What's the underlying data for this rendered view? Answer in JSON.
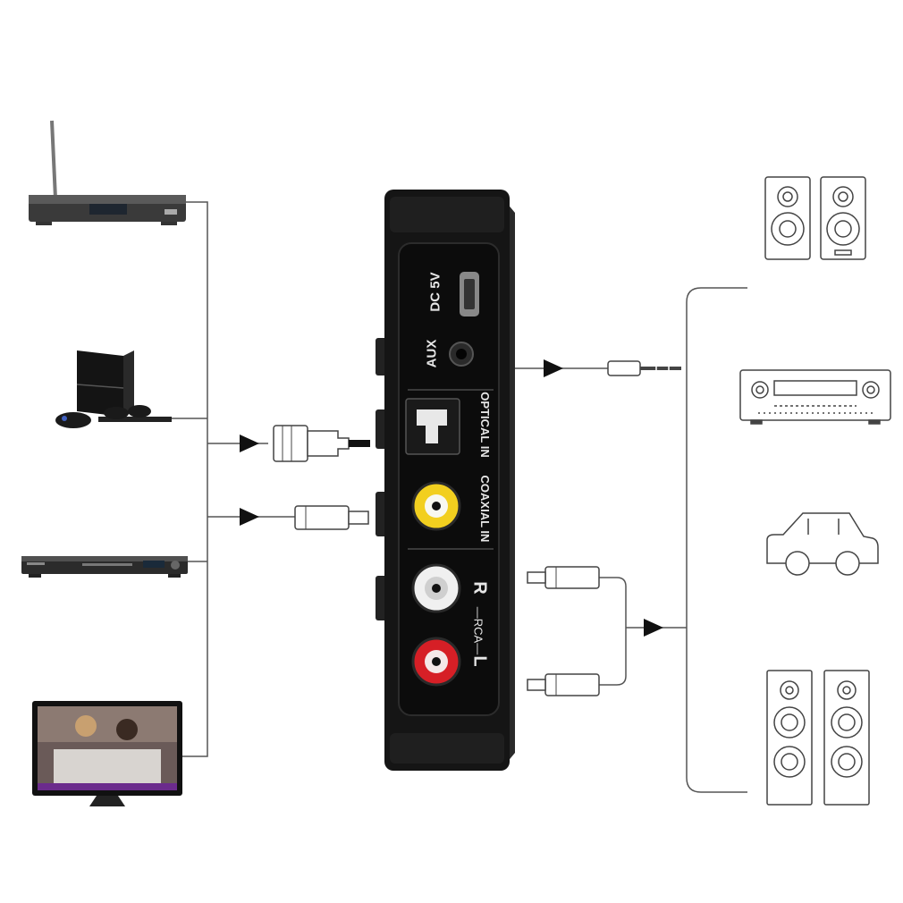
{
  "device": {
    "port_dc": "DC 5V",
    "port_aux": "AUX",
    "port_optical": "OPTICAL IN",
    "port_coaxial": "COAXIAL IN",
    "port_r": "R",
    "port_rca": "—RCA—",
    "port_l": "L"
  },
  "sources": [
    "set-top-box",
    "game-console",
    "dvd-player",
    "television"
  ],
  "outputs": [
    "bookshelf-speakers",
    "av-receiver",
    "car",
    "tower-speakers"
  ],
  "colors": {
    "device_body": "#151515",
    "device_panel": "#0c0c0c",
    "label_text": "#e6e6e6",
    "line": "#555555",
    "arrow": "#111111",
    "coax_yellow": "#f2cf1f",
    "rca_white": "#f0f0f0",
    "rca_red": "#d61f26"
  }
}
